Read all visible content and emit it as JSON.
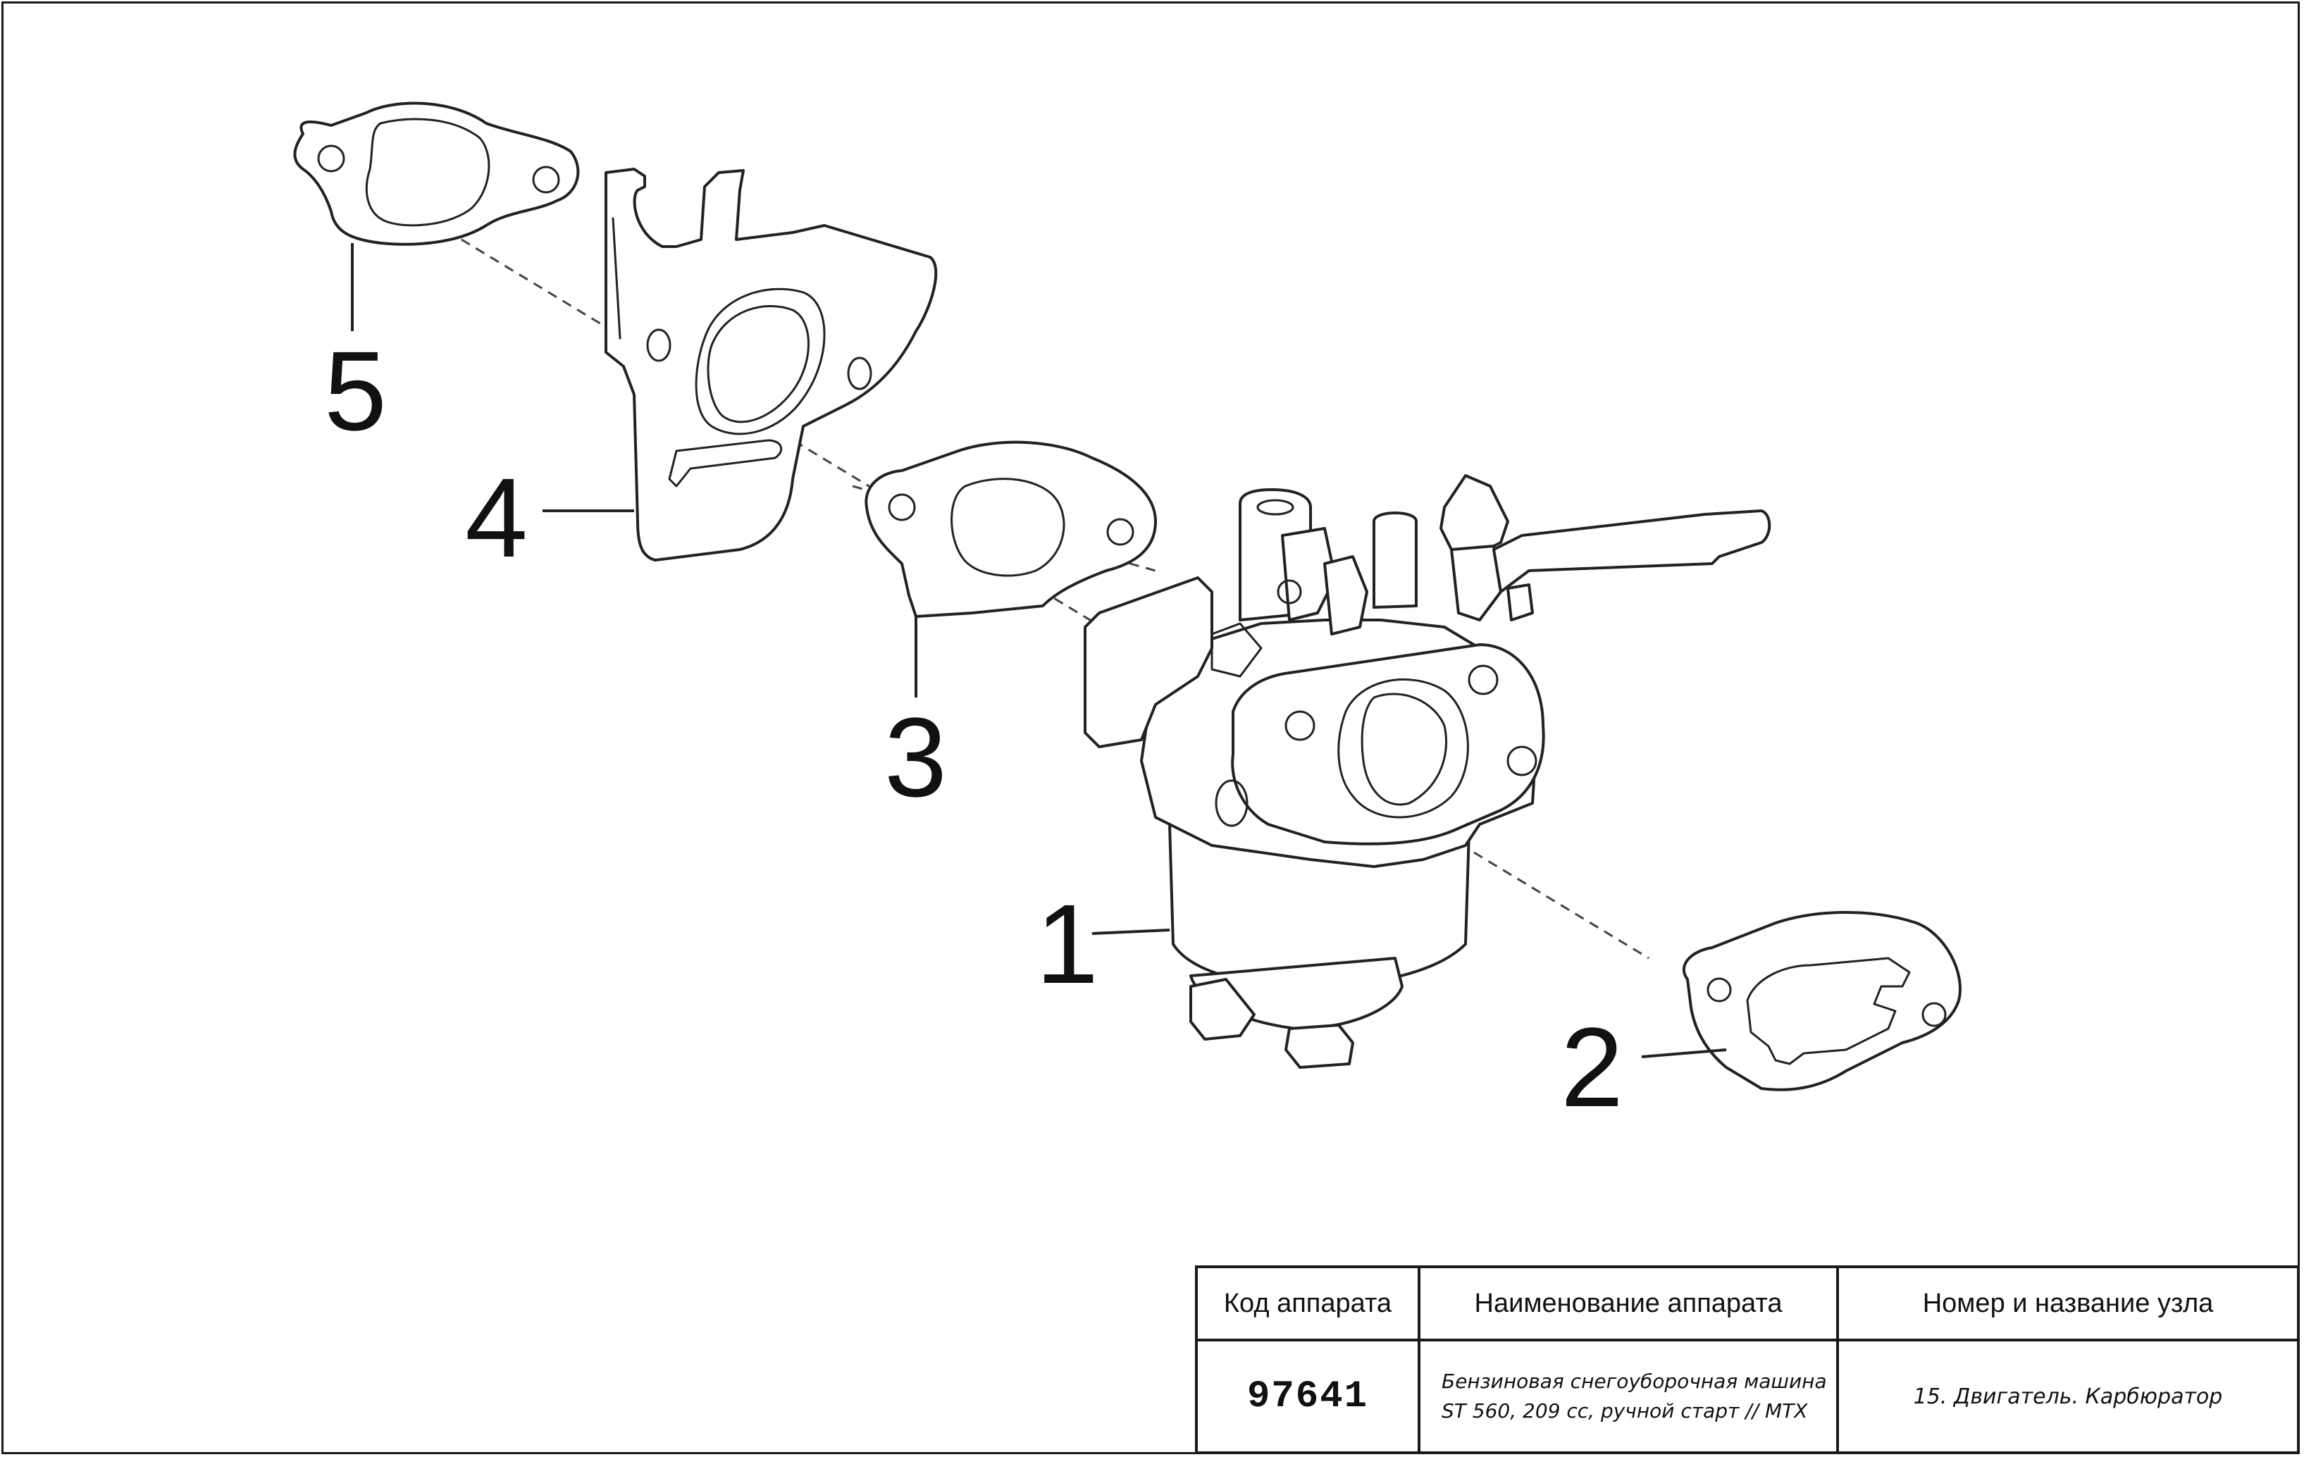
{
  "callouts": [
    "1",
    "2",
    "3",
    "4",
    "5"
  ],
  "title_block": {
    "headers": [
      "Код аппарата",
      "Наименование аппарата",
      "Номер и название узла"
    ],
    "code": "97641",
    "name_line1": "Бензиновая снегоуборочная машина",
    "name_line2": "ST 560, 209 cc, ручной старт // MTX",
    "assembly": "15. Двигатель. Карбюратор"
  }
}
